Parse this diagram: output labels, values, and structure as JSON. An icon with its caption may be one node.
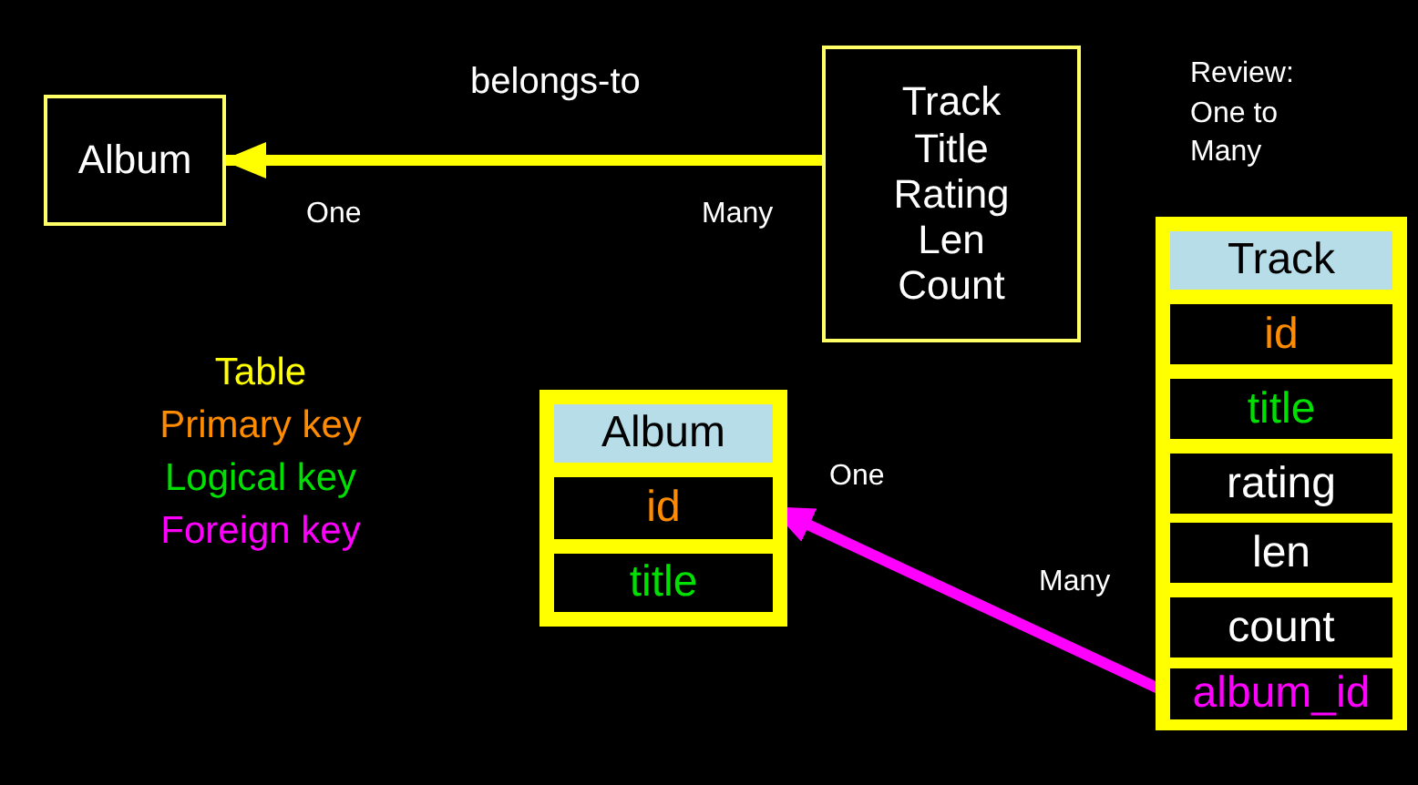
{
  "diagram": {
    "nodes": [
      {
        "text": [
          "Album"
        ]
      },
      {
        "text": [
          "Track Title Rating Len Count"
        ]
      },
      {
        "text": [],
        "shape": "box"
      },
      {
        "text": [
          "Album"
        ],
        "in": 2
      },
      {
        "text": [
          "id"
        ],
        "in": 2
      },
      {
        "text": [
          "title"
        ],
        "in": 2
      },
      {
        "text": [],
        "shape": "box"
      },
      {
        "text": [
          "Track"
        ],
        "in": 6
      },
      {
        "text": [
          "id"
        ],
        "in": 6
      },
      {
        "text": [
          "title"
        ],
        "in": 6
      },
      {
        "text": [
          "rating"
        ],
        "in": 6
      },
      {
        "text": [
          "len"
        ],
        "in": 6
      },
      {
        "text": [
          "count"
        ],
        "in": 6
      },
      {
        "text": [
          "album_id"
        ],
        "in": 6
      }
    ],
    "edges": [
      {
        "from": 1,
        "to": 0,
        "arrow": "to",
        "label": "belongs-to",
        "color": "#ffff00"
      },
      {
        "from": 13,
        "to": 4,
        "arrow": "to",
        "color": "#ff00ff"
      }
    ],
    "labels": [
      "Review: One to Many",
      "One",
      "Many",
      "One",
      "Many"
    ],
    "legend": [
      {
        "text": "Table",
        "color": "#ffff00"
      },
      {
        "text": "Primary key",
        "color": "#ff8c00"
      },
      {
        "text": "Logical key",
        "color": "#00e000"
      },
      {
        "text": "Foreign key",
        "color": "#ff00ff"
      }
    ]
  }
}
